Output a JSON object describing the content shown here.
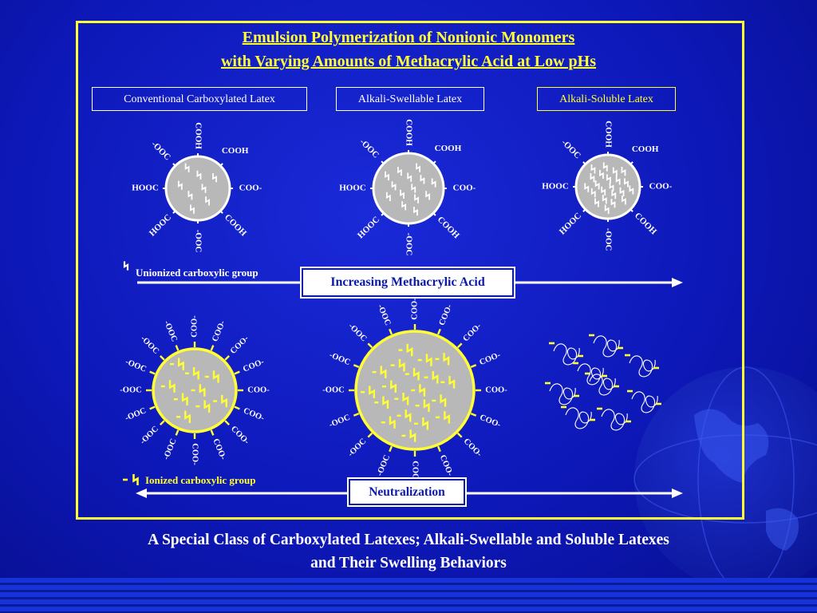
{
  "title": {
    "line1": "Emulsion Polymerization of Nonionic Monomers",
    "line2": "with Varying Amounts of Methacrylic Acid at Low pHs"
  },
  "latex_types": [
    "Conventional Carboxylated Latex",
    "Alkali-Swellable Latex",
    "Alkali-Soluble Latex"
  ],
  "group_labels": {
    "acid": "COOH",
    "acid_left": "HOOC",
    "anion_right": "COO",
    "anion_left": "OOC",
    "charge": "-"
  },
  "legend": {
    "unionized": "Unionized carboxylic group",
    "ionized": "Ionized carboxylic group"
  },
  "arrows": {
    "increasing": "Increasing Methacrylic Acid",
    "neutralization": "Neutralization"
  },
  "caption": {
    "line1": "A Special Class of Carboxylated Latexes; Alkali-Swellable and Soluble Latexes",
    "line2": "and Their Swelling Behaviors"
  },
  "colors": {
    "background": "#0d18b8",
    "frame": "#ffff33",
    "particle": "#b8b8b8",
    "ionized": "#ffff33",
    "white": "#ffffff"
  }
}
